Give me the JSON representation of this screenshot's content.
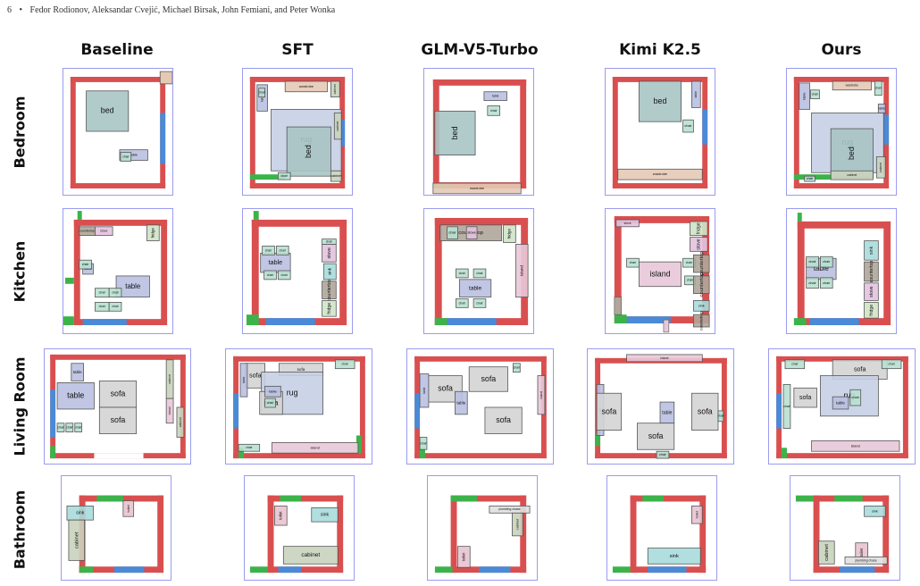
{
  "header": {
    "page_number": "6",
    "bullet": "•",
    "authors": "Fedor Rodionov, Aleksandar Cvejić, Michael Birsak, John Femiani, and Peter Wonka"
  },
  "colors": {
    "wall": "#d94f4f",
    "window": "#4a8ad6",
    "door": "#3cb34a",
    "frame": "#9b9bf0",
    "text": "#111111"
  },
  "columns": [
    "Baseline",
    "SFT",
    "GLM-V5-Turbo",
    "Kimi K2.5",
    "Ours"
  ],
  "rows": [
    "Bedroom",
    "Kitchen",
    "Living Room",
    "Bathroom"
  ],
  "furniture_labels": {
    "bed": "bed",
    "table": "table",
    "wardrobe": "wardrobe",
    "chair": "chair",
    "fridge": "fridge",
    "stove": "stove",
    "counter": "countertop",
    "island": "island",
    "sofa": "sofa",
    "rug": "rug",
    "cabinet": "cabinet",
    "sink": "sink",
    "toilet": "toilet",
    "plumbing": "plumbing chase"
  }
}
